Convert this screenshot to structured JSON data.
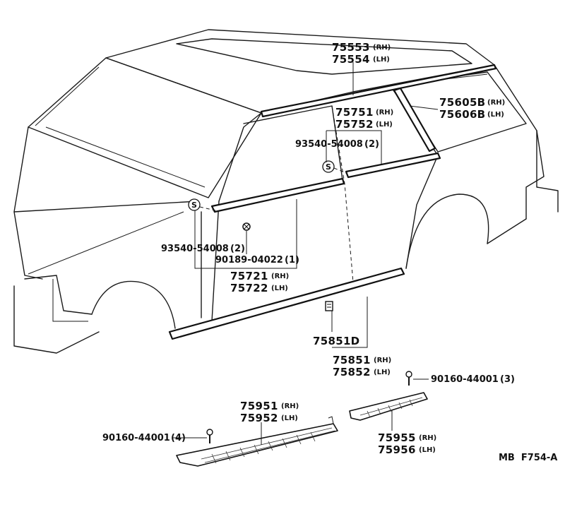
{
  "parts": {
    "roof_molding": {
      "rh": "75553",
      "rh_side": "(RH)",
      "lh": "75554",
      "lh_side": "(LH)"
    },
    "quarter_window_molding": {
      "rh": "75605B",
      "rh_side": "(RH)",
      "lh": "75606B",
      "lh_side": "(LH)"
    },
    "rear_door_belt_molding": {
      "rh": "75751",
      "rh_side": "(RH)",
      "lh": "75752",
      "lh_side": "(LH)"
    },
    "rear_clip": {
      "number": "93540-54008",
      "qty": "(2)"
    },
    "front_clip": {
      "number": "93540-54008",
      "qty": "(2)"
    },
    "front_screw": {
      "number": "90189-04022",
      "qty": "(1)"
    },
    "front_door_belt_molding": {
      "rh": "75721",
      "rh_side": "(RH)",
      "lh": "75722",
      "lh_side": "(LH)"
    },
    "rocker_clip": {
      "number": "75851D"
    },
    "rocker_molding": {
      "rh": "75851",
      "rh_side": "(RH)",
      "lh": "75852",
      "lh_side": "(LH)"
    },
    "rear_scuff_screw": {
      "number": "90160-44001",
      "qty": "(3)"
    },
    "front_scuff_plate": {
      "rh": "75951",
      "rh_side": "(RH)",
      "lh": "75952",
      "lh_side": "(LH)"
    },
    "front_scuff_screw": {
      "number": "90160-44001",
      "qty": "(4)"
    },
    "rear_scuff_plate": {
      "rh": "75955",
      "rh_side": "(RH)",
      "lh": "75956",
      "lh_side": "(LH)"
    }
  },
  "symbols": {
    "sealant": "S"
  },
  "figure_ref": "MB  F754-A"
}
